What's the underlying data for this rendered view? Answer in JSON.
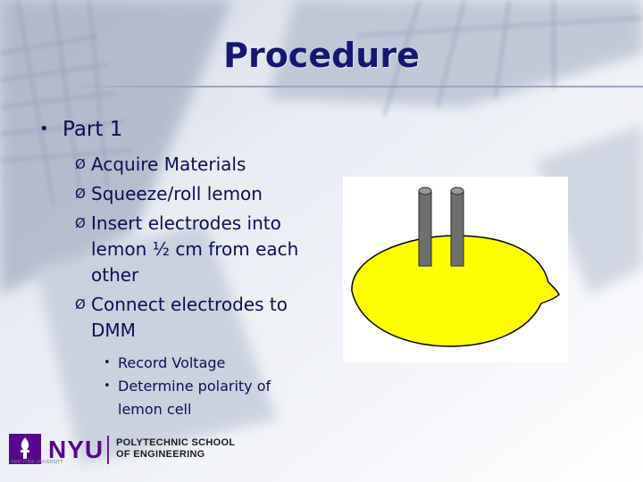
{
  "slide": {
    "title": "Procedure",
    "bullet_l1": "Part 1",
    "items_l2": [
      "Acquire Materials",
      "Squeeze/roll lemon",
      "Insert electrodes into lemon ½ cm from each other",
      "Connect electrodes to DMM"
    ],
    "items_l3": [
      "Record Voltage",
      "Determine polarity of lemon cell"
    ],
    "bullet_glyph": "•",
    "arrow_glyph": "Ø"
  },
  "logo": {
    "brand": "NYU",
    "school_line1": "POLYTECHNIC SCHOOL",
    "school_line2": "OF ENGINEERING",
    "tagline": "NEW YORK UNIVERSITY",
    "colors": {
      "purple": "#57068c"
    }
  },
  "colors": {
    "title": "#141873",
    "text": "#0d0d55",
    "lemon": "#ffff00",
    "electrode": "#6e6e6e"
  }
}
